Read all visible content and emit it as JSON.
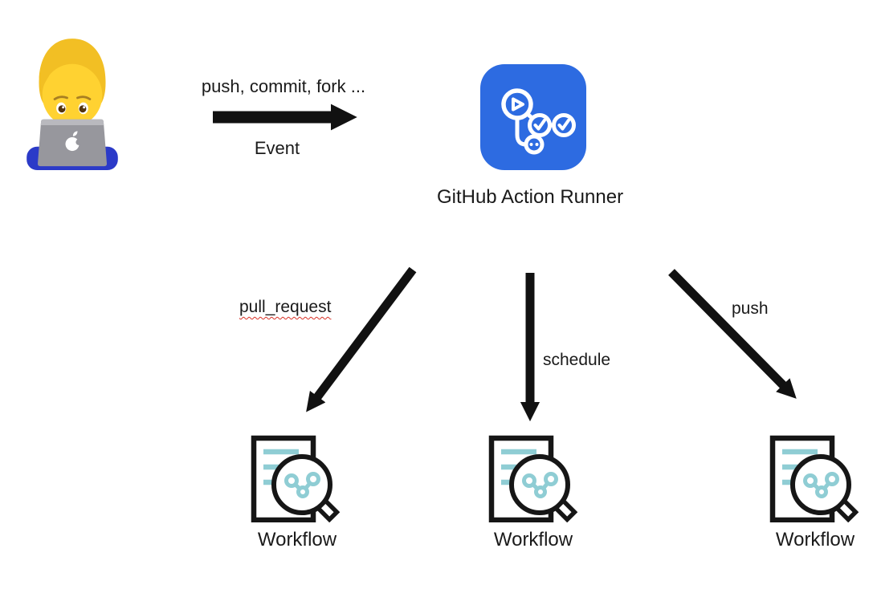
{
  "event_arrow": {
    "label_above": "push, commit, fork ...",
    "label_below": "Event"
  },
  "runner": {
    "label": "GitHub Action Runner"
  },
  "triggers": {
    "pull_request": {
      "label": "pull_request",
      "spellcheck_underline": true
    },
    "schedule": {
      "label": "schedule"
    },
    "push": {
      "label": "push"
    }
  },
  "workflows": [
    {
      "label": "Workflow"
    },
    {
      "label": "Workflow"
    },
    {
      "label": "Workflow"
    }
  ],
  "icons": {
    "technologist": "🧑‍💻",
    "github_actions": "github-actions-logo",
    "workflow": "document-with-magnifier-graph"
  },
  "colors": {
    "background": "#ffffff",
    "text": "#1a1a1a",
    "arrow_black": "#111111",
    "runner_blue": "#2d6be1",
    "workflow_teal": "#8fcdd4",
    "spellcheck_red": "#d93025",
    "laptop_gray": "#97979d",
    "shirt_blue": "#2b3ac8",
    "hair_gold": "#f2bf24",
    "face_yellow": "#ffd231"
  }
}
